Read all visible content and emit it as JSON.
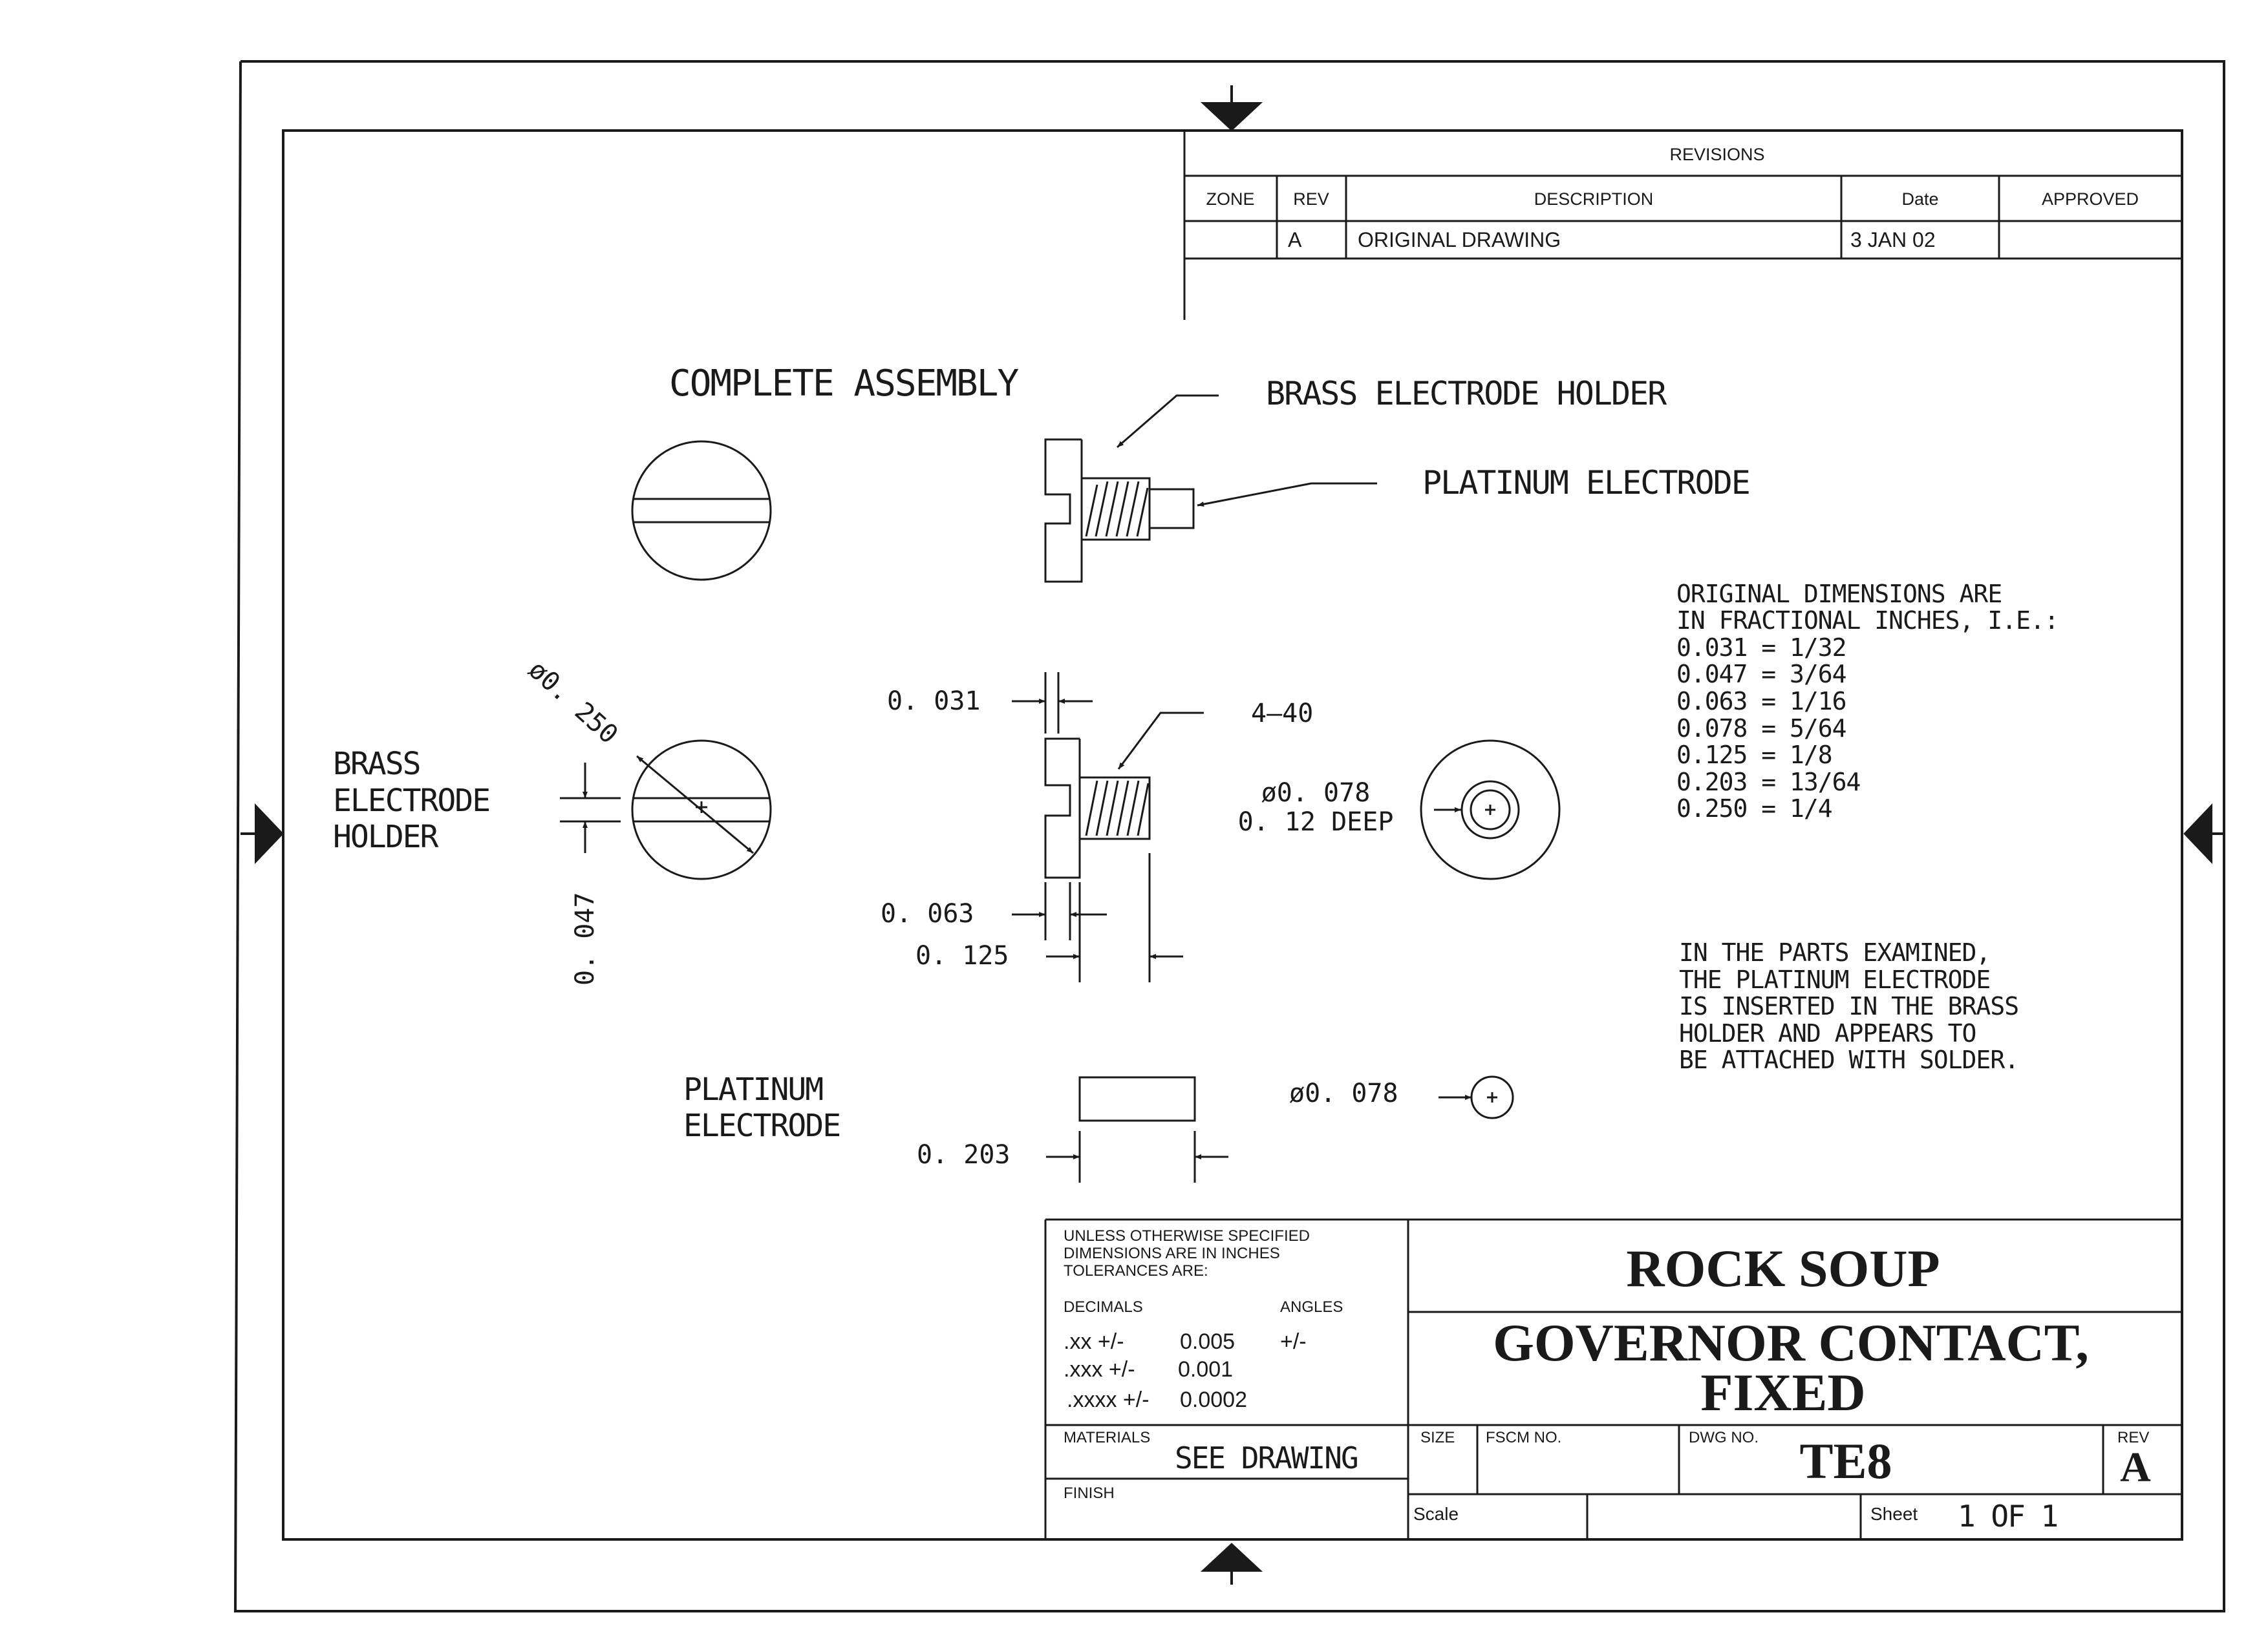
{
  "revisions": {
    "title": "REVISIONS",
    "headers": {
      "zone": "ZONE",
      "rev": "REV",
      "description": "DESCRIPTION",
      "date": "Date",
      "approved": "APPROVED"
    },
    "rows": [
      {
        "zone": "",
        "rev": "A",
        "description": "ORIGINAL  DRAWING",
        "date": "3  JAN  02",
        "approved": ""
      }
    ]
  },
  "views": {
    "complete_assembly": "COMPLETE  ASSEMBLY",
    "brass_holder_callout": "BRASS  ELECTRODE  HOLDER",
    "platinum_electrode_callout": "PLATINUM  ELECTRODE",
    "brass_holder_label": [
      "BRASS",
      "ELECTRODE",
      "HOLDER"
    ],
    "platinum_label": [
      "PLATINUM",
      "ELECTRODE"
    ]
  },
  "dimensions": {
    "dia_250": "ø0. 250",
    "slot_047": "0. 047",
    "head_031": "0. 031",
    "thread": "4–40",
    "hole_dia": "ø0. 078",
    "hole_depth": "0. 12  DEEP",
    "slot_063": "0. 063",
    "length_125": "0. 125",
    "electrode_dia": "ø0. 078",
    "electrode_len": "0. 203"
  },
  "notes": {
    "fractional": [
      "ORIGINAL  DIMENSIONS  ARE",
      "IN  FRACTIONAL  INCHES,  I.E.:",
      "0.031  =  1/32",
      "0.047  =  3/64",
      "0.063  =  1/16",
      "0.078  =  5/64",
      "0.125  =  1/8",
      "0.203  =  13/64",
      "0.250  =  1/4"
    ],
    "examined": [
      "IN  THE  PARTS  EXAMINED,",
      "THE  PLATINUM  ELECTRODE",
      "IS  INSERTED  IN  THE  BRASS",
      "HOLDER  AND  APPEARS  TO",
      "BE  ATTACHED  WITH  SOLDER."
    ]
  },
  "title_block": {
    "tolerance_header": [
      "UNLESS  OTHERWISE  SPECIFIED",
      "DIMENSIONS  ARE  IN  INCHES",
      "TOLERANCES  ARE:"
    ],
    "decimals_label": "DECIMALS",
    "angles_label": "ANGLES",
    "tolerances": [
      {
        "label": ".xx  +/-",
        "value": "0.005"
      },
      {
        "label": ".xxx  +/-",
        "value": "0.001"
      },
      {
        "label": ".xxxx  +/-",
        "value": "0.0002"
      }
    ],
    "angles_value": "+/-",
    "materials_label": "MATERIALS",
    "materials_value": "SEE  DRAWING",
    "finish_label": "FINISH",
    "company": "ROCK SOUP",
    "title_line1": "GOVERNOR CONTACT,",
    "title_line2": "FIXED",
    "size_label": "SIZE",
    "fscm_label": "FSCM  NO.",
    "dwg_label": "DWG  NO.",
    "dwg_no": "TE8",
    "rev_label": "REV",
    "rev_value": "A",
    "scale_label": "Scale",
    "sheet_label": "Sheet",
    "sheet_value": "1  OF  1"
  }
}
